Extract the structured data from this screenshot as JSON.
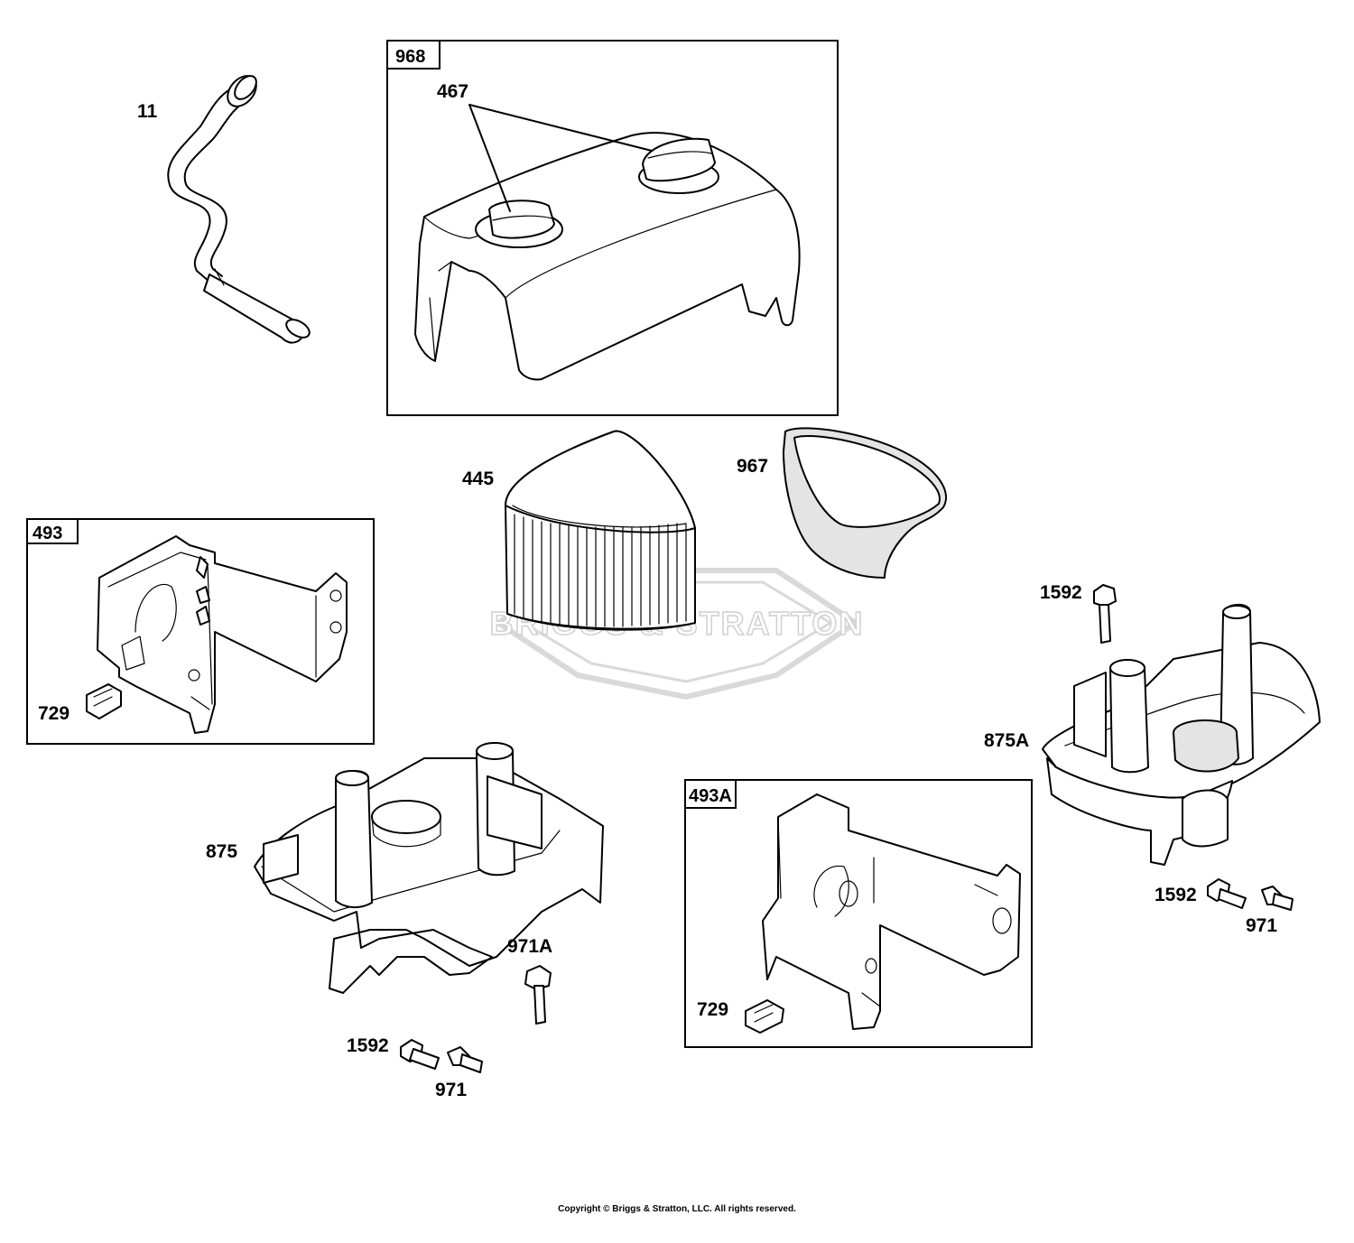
{
  "callouts": {
    "c11": "11",
    "c467": "467",
    "c445": "445",
    "c967": "967",
    "c729a": "729",
    "c1592a": "1592",
    "c875": "875",
    "c971a": "971A",
    "c1592b": "1592",
    "c971b": "971",
    "c875a": "875A",
    "c729b": "729",
    "c1592c": "1592",
    "c971c": "971"
  },
  "boxes": {
    "b968": "968",
    "b493": "493",
    "b493a": "493A"
  },
  "watermark": {
    "text": "BRIGGS & STRATTON",
    "color": "#d9d9d9"
  },
  "copyright": "Copyright © Briggs & Stratton, LLC. All rights reserved."
}
